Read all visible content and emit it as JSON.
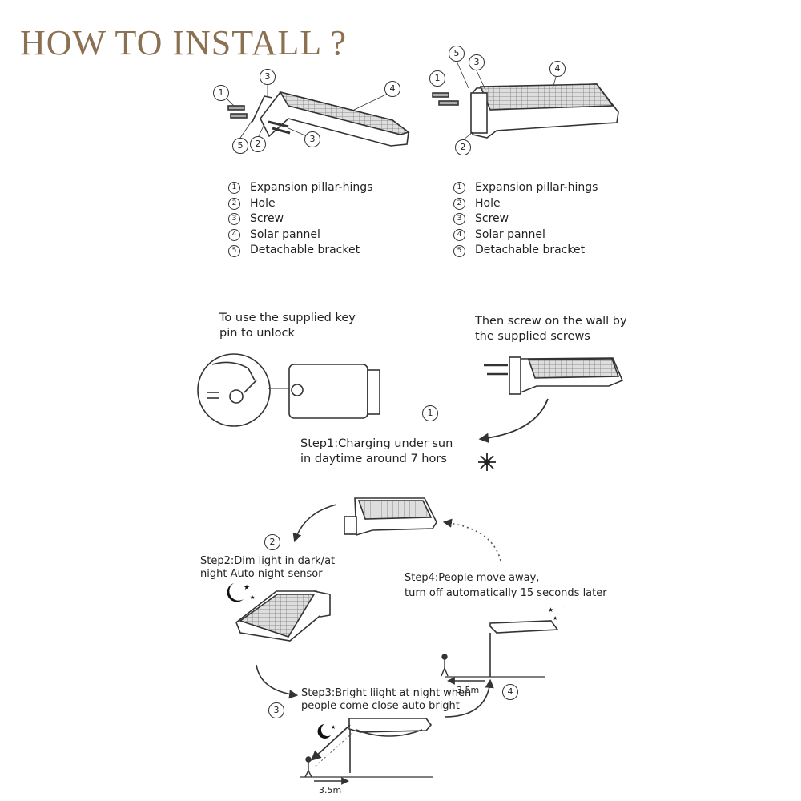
{
  "title": "HOW TO INSTALL ?",
  "legend_items": [
    {
      "num": "1",
      "label": "Expansion pillar-hings"
    },
    {
      "num": "2",
      "label": "Hole"
    },
    {
      "num": "3",
      "label": "Screw"
    },
    {
      "num": "4",
      "label": "Solar pannel"
    },
    {
      "num": "5",
      "label": "Detachable bracket"
    }
  ],
  "callout_numbers": [
    "1",
    "2",
    "3",
    "4",
    "5"
  ],
  "instructions": {
    "unlock_line1": "To use the supplied key",
    "unlock_line2": "pin to unlock",
    "screw_line1": "Then screw on the wall by",
    "screw_line2": "the supplied screws"
  },
  "steps": {
    "step1_num": "1",
    "step1_line1": "Step1:Charging under sun",
    "step1_line2": "in daytime around 7 hors",
    "step2_num": "2",
    "step2_line1": "Step2:Dim light in dark/at",
    "step2_line2": "night Auto night sensor",
    "step3_num": "3",
    "step3_line1": "Step3:Bright liight at night when",
    "step3_line2": "people come close auto bright",
    "step4_num": "4",
    "step4_line1": "Step4:People move away,",
    "step4_line2": "turn off automatically 15 seconds later"
  },
  "distance_upper": "3.5m",
  "distance_lower": "3.5m",
  "colors": {
    "title": "#8b7152",
    "line": "#333333"
  }
}
